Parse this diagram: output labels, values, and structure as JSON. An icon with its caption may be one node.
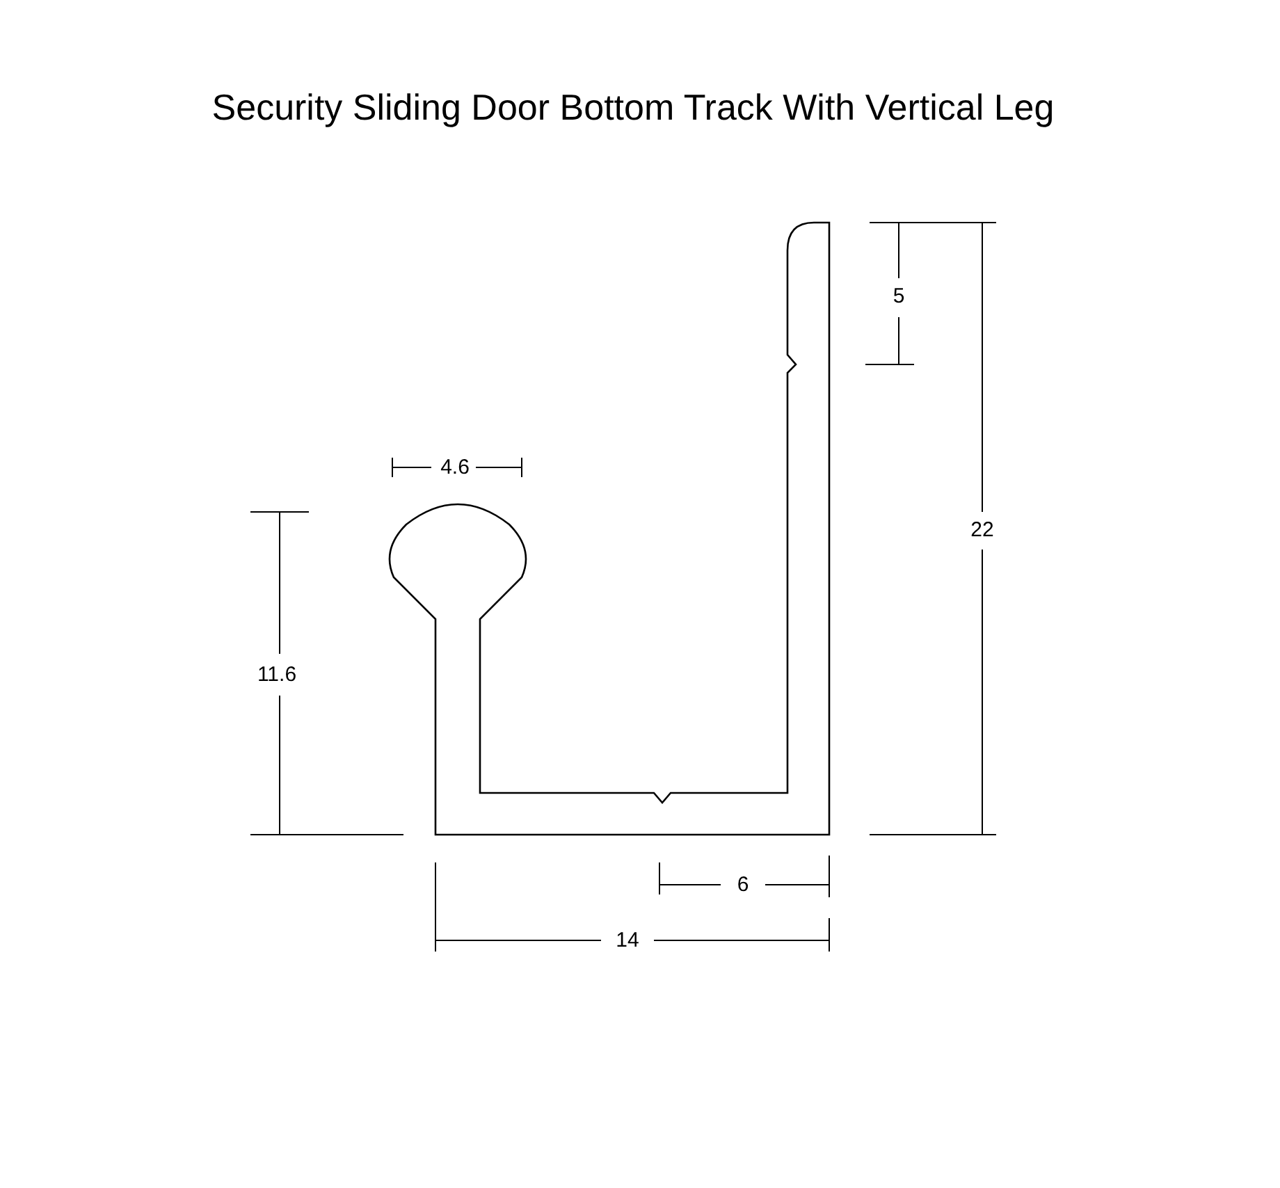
{
  "diagram": {
    "title": "Security Sliding Door Bottom Track With Vertical Leg",
    "labels": [
      "5",
      "4.6",
      "22",
      "11.6",
      "6",
      "14"
    ]
  }
}
